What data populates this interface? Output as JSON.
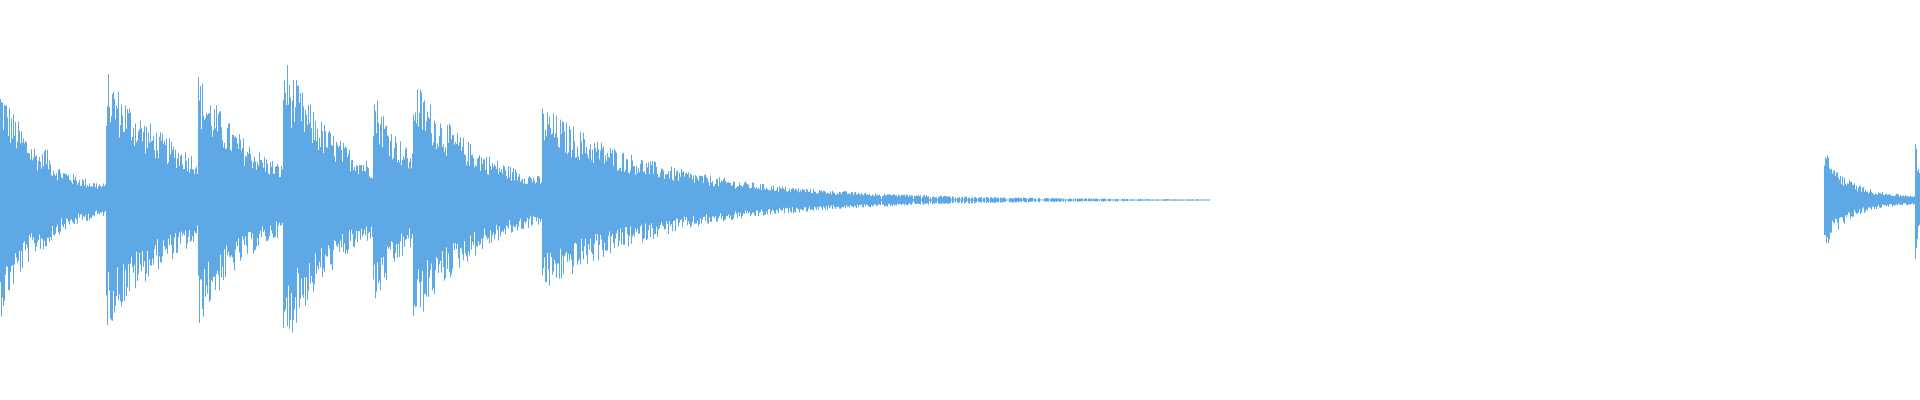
{
  "waveform": {
    "color": "#5ea8e6",
    "background": "#ffffff",
    "duration_fraction_note": "",
    "center_level": 0.0,
    "events": [
      {
        "t": 0.0,
        "peak_up": 0.55,
        "peak_down": 0.55,
        "decay": 0.02,
        "tail": 0.08
      },
      {
        "t": 0.022,
        "peak_up": 0.29,
        "peak_down": 0.28,
        "decay": 0.01,
        "tail": 0.04
      },
      {
        "t": 0.055,
        "peak_up": 0.62,
        "peak_down": 0.62,
        "decay": 0.04,
        "tail": 0.07
      },
      {
        "t": 0.103,
        "peak_up": 0.62,
        "peak_down": 0.62,
        "decay": 0.03,
        "tail": 0.06
      },
      {
        "t": 0.116,
        "peak_up": 0.18,
        "peak_down": 0.15,
        "decay": 0.01,
        "tail": 0.04
      },
      {
        "t": 0.147,
        "peak_up": 0.72,
        "peak_down": 0.75,
        "decay": 0.03,
        "tail": 0.07
      },
      {
        "t": 0.17,
        "peak_up": 0.14,
        "peak_down": 0.1,
        "decay": 0.01,
        "tail": 0.04
      },
      {
        "t": 0.194,
        "peak_up": 0.55,
        "peak_down": 0.55,
        "decay": 0.02,
        "tail": 0.06
      },
      {
        "t": 0.215,
        "peak_up": 0.6,
        "peak_down": 0.63,
        "decay": 0.035,
        "tail": 0.06
      },
      {
        "t": 0.282,
        "peak_up": 0.46,
        "peak_down": 0.46,
        "decay": 0.06,
        "tail": 0.05
      }
    ],
    "tail_end_fraction": 0.63,
    "late_events": [
      {
        "t": 0.95,
        "peak_up": 0.24,
        "peak_down": 0.24,
        "decay": 0.012,
        "tail": 0.03
      },
      {
        "t": 0.997,
        "peak_up": 0.31,
        "peak_down": 0.31,
        "decay": 0.004,
        "tail": 0.03
      }
    ]
  }
}
